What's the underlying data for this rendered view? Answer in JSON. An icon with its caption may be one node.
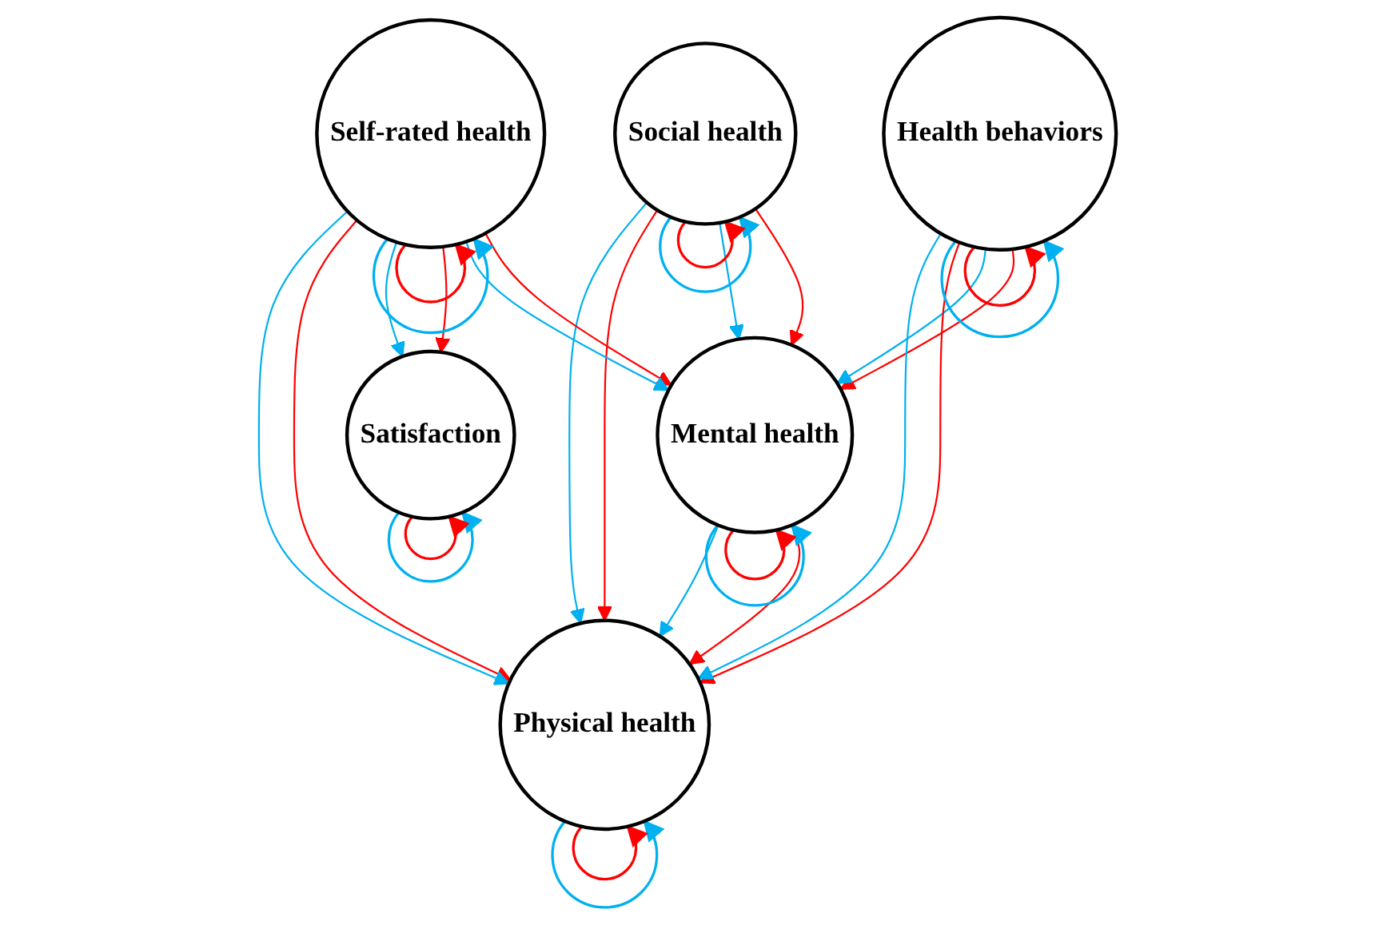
{
  "diagram": {
    "nodes": [
      {
        "text": [
          "Health behaviors"
        ]
      },
      {
        "text": [
          "Mental health"
        ]
      },
      {
        "text": [
          "Satisfaction"
        ]
      },
      {
        "text": [
          "Social health"
        ]
      },
      {
        "text": [
          "Self-rated health"
        ]
      },
      {
        "text": [
          "Physical health"
        ]
      }
    ],
    "edges": [
      {
        "from": 0,
        "to": 1,
        "arrow": "to",
        "color": "#ff0000"
      },
      {
        "from": 0,
        "to": 1,
        "arrow": "to",
        "color": "#00b0f0"
      },
      {
        "from": 0,
        "to": 5,
        "arrow": "to",
        "color": "#ff0000"
      },
      {
        "from": 0,
        "to": 5,
        "arrow": "to",
        "color": "#00b0f0"
      },
      {
        "from": 3,
        "to": 1,
        "arrow": "to",
        "color": "#ff0000"
      },
      {
        "from": 3,
        "to": 1,
        "arrow": "to",
        "color": "#00b0f0"
      },
      {
        "from": 3,
        "to": 5,
        "arrow": "to",
        "color": "#ff0000"
      },
      {
        "from": 3,
        "to": 5,
        "arrow": "to",
        "color": "#00b0f0"
      },
      {
        "from": 4,
        "to": 1,
        "arrow": "to",
        "color": "#ff0000"
      },
      {
        "from": 4,
        "to": 1,
        "arrow": "to",
        "color": "#00b0f0"
      },
      {
        "from": 4,
        "to": 2,
        "arrow": "to",
        "color": "#ff0000"
      },
      {
        "from": 4,
        "to": 2,
        "arrow": "to",
        "color": "#00b0f0"
      },
      {
        "from": 4,
        "to": 5,
        "arrow": "to",
        "color": "#ff0000"
      },
      {
        "from": 4,
        "to": 5,
        "arrow": "to",
        "color": "#00b0f0"
      },
      {
        "from": 1,
        "to": 5,
        "arrow": "to",
        "color": "#ff0000"
      },
      {
        "from": 1,
        "to": 5,
        "arrow": "to",
        "color": "#00b0f0"
      },
      {
        "from": 0,
        "to": 0,
        "arrow": "to",
        "color": "#ff0000"
      },
      {
        "from": 0,
        "to": 0,
        "arrow": "to",
        "color": "#00b0f0"
      },
      {
        "from": 1,
        "to": 1,
        "arrow": "to",
        "color": "#ff0000"
      },
      {
        "from": 1,
        "to": 1,
        "arrow": "to",
        "color": "#00b0f0"
      },
      {
        "from": 2,
        "to": 2,
        "arrow": "to",
        "color": "#ff0000"
      },
      {
        "from": 2,
        "to": 2,
        "arrow": "to",
        "color": "#00b0f0"
      },
      {
        "from": 3,
        "to": 3,
        "arrow": "to",
        "color": "#ff0000"
      },
      {
        "from": 3,
        "to": 3,
        "arrow": "to",
        "color": "#00b0f0"
      },
      {
        "from": 4,
        "to": 4,
        "arrow": "to",
        "color": "#ff0000"
      },
      {
        "from": 4,
        "to": 4,
        "arrow": "to",
        "color": "#00b0f0"
      },
      {
        "from": 5,
        "to": 5,
        "arrow": "to",
        "color": "#ff0000"
      },
      {
        "from": 5,
        "to": 5,
        "arrow": "to",
        "color": "#00b0f0"
      }
    ]
  }
}
